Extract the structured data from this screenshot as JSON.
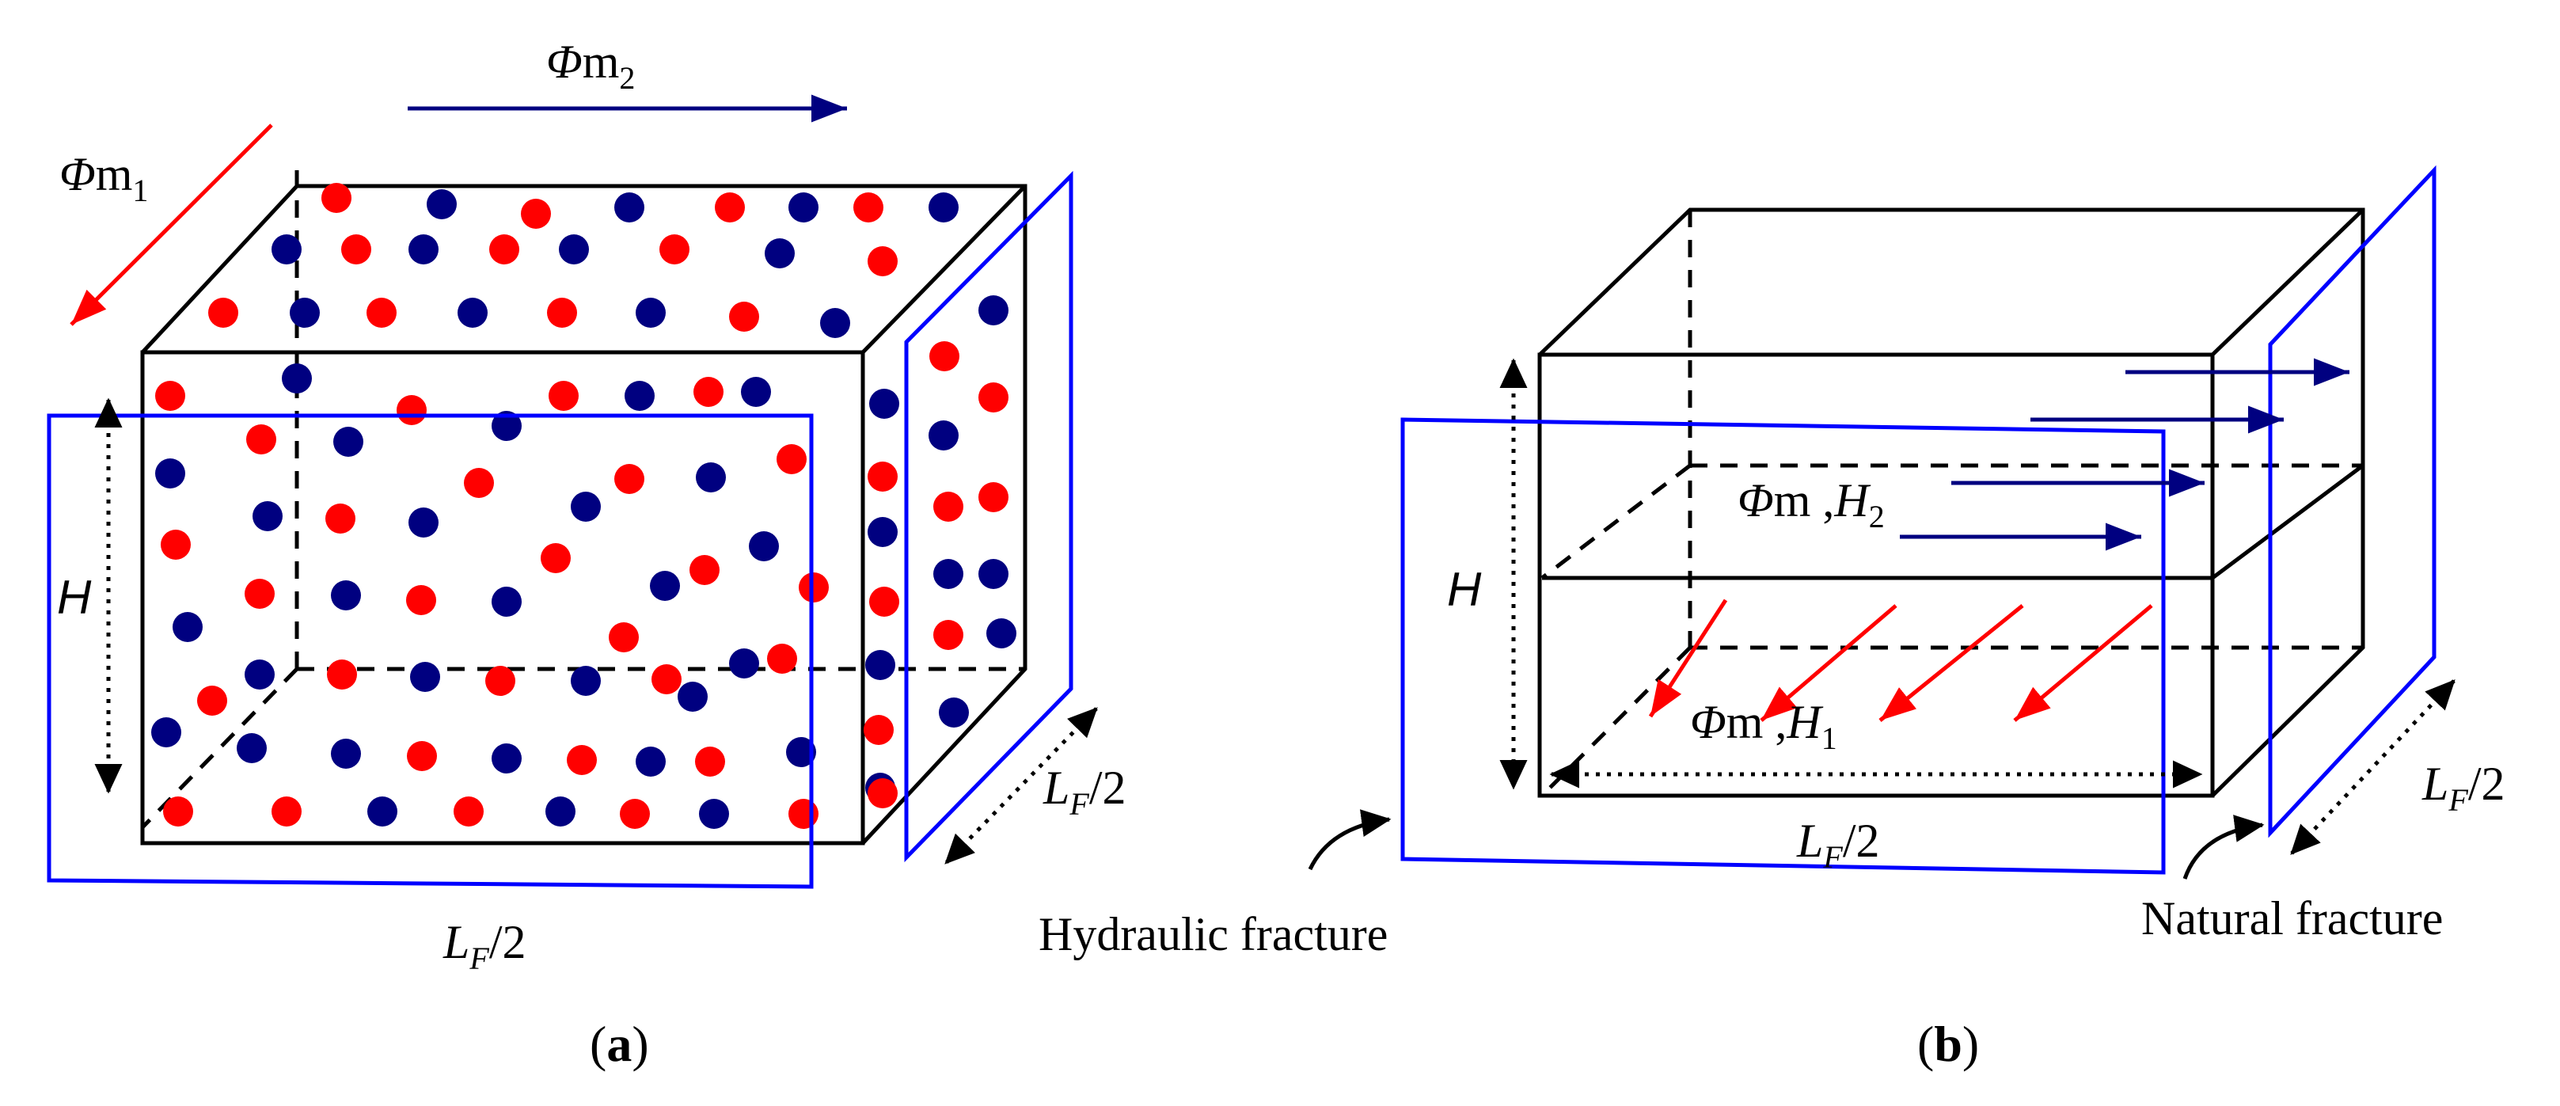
{
  "colors": {
    "red": "#ff0000",
    "navy": "#000080",
    "fracture_blue": "#0000ff",
    "edge": "#000000"
  },
  "panel_a": {
    "caption": "a",
    "phi_m1": {
      "phi": "Φ",
      "m": "m",
      "sub": "1"
    },
    "phi_m2": {
      "phi": "Φ",
      "m": "m",
      "sub": "2"
    },
    "height_label": "H",
    "lf_front": {
      "L": "L",
      "sub": "F",
      "rest": "/2"
    },
    "lf_side": {
      "L": "L",
      "sub": "F",
      "rest": "/2"
    },
    "dot_colors": [
      "red",
      "navy"
    ]
  },
  "panel_b": {
    "caption": "b",
    "upper_layer": {
      "phi": "Φ",
      "m": "m",
      "sep": " ,",
      "H": "H",
      "sub": "2"
    },
    "lower_layer": {
      "phi": "Φ",
      "m": "m",
      "sep": " ,",
      "H": "H",
      "sub": "1"
    },
    "height_label": "H",
    "lf_bottom": {
      "L": "L",
      "sub": "F",
      "rest": "/2"
    },
    "lf_side": {
      "L": "L",
      "sub": "F",
      "rest": "/2"
    },
    "hydraulic_fracture": "Hydraulic fracture",
    "natural_fracture": "Natural fracture"
  }
}
